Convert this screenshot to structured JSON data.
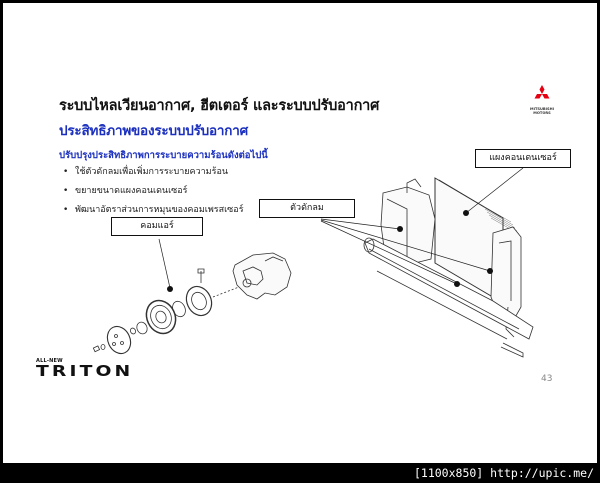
{
  "slide": {
    "title": "ระบบไหลเวียนอากาศ, ฮีตเตอร์ และระบบปรับอากาศ",
    "subtitle": "ประสิทธิภาพของระบบปรับอากาศ",
    "lead": "ปรับปรุงประสิทธิภาพการระบายความร้อนดังต่อไปนี้",
    "bullets": [
      "ใช้ตัวดักลมเพื่อเพิ่มการระบายความร้อน",
      "ขยายขนาดแผงคอนเดนเซอร์",
      "พัฒนาอัตราส่วนการหมุนของคอมเพรสเซอร์"
    ],
    "bullet_glyph": "•",
    "labels": {
      "condenser": "แผงคอนเดนเซอร์",
      "air_guide": "ตัวดักลม",
      "compressor": "คอมแอร์"
    },
    "logo": {
      "line1": "MITSUBISHI",
      "line2": "MOTORS",
      "color": "#e60012"
    },
    "brand": {
      "prefix": "ALL-NEW",
      "name": "TRITON"
    },
    "page_number": "43"
  },
  "watermark": "[1100x850] http://upic.me/"
}
